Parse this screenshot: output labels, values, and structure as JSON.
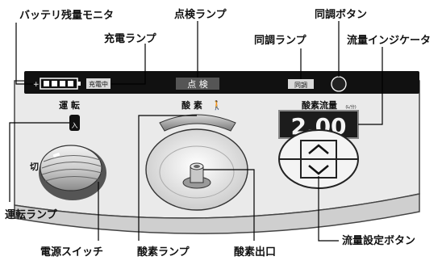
{
  "callouts": {
    "battery_monitor": "バッテリ残量モニタ",
    "charge_lamp": "充電ランプ",
    "inspection_lamp": "点検ランプ",
    "sync_button": "同調ボタン",
    "sync_lamp": "同調ランプ",
    "flow_indicator": "流量インジケータ",
    "run_lamp": "運転ランプ",
    "power_switch": "電源スイッチ",
    "oxygen_lamp": "酸素ランプ",
    "oxygen_outlet": "酸素出口",
    "flow_setting_button": "流量設定ボタン"
  },
  "panel": {
    "charge_label": "充電中",
    "inspection_label": "点 検",
    "sync_label": "同調",
    "run_label": "運 転",
    "run_lamp_label": "入",
    "off_label": "切",
    "oxygen_label": "酸 素",
    "flow_label": "酸素流量",
    "flow_unit": "(L/分)",
    "flow_value": "2.00"
  },
  "colors": {
    "panel_dark": "#111111",
    "panel_body": "#e9e9e9",
    "display_bg": "#1c1c1c",
    "display_text": "#f4f4f4",
    "leader": "#000000"
  }
}
